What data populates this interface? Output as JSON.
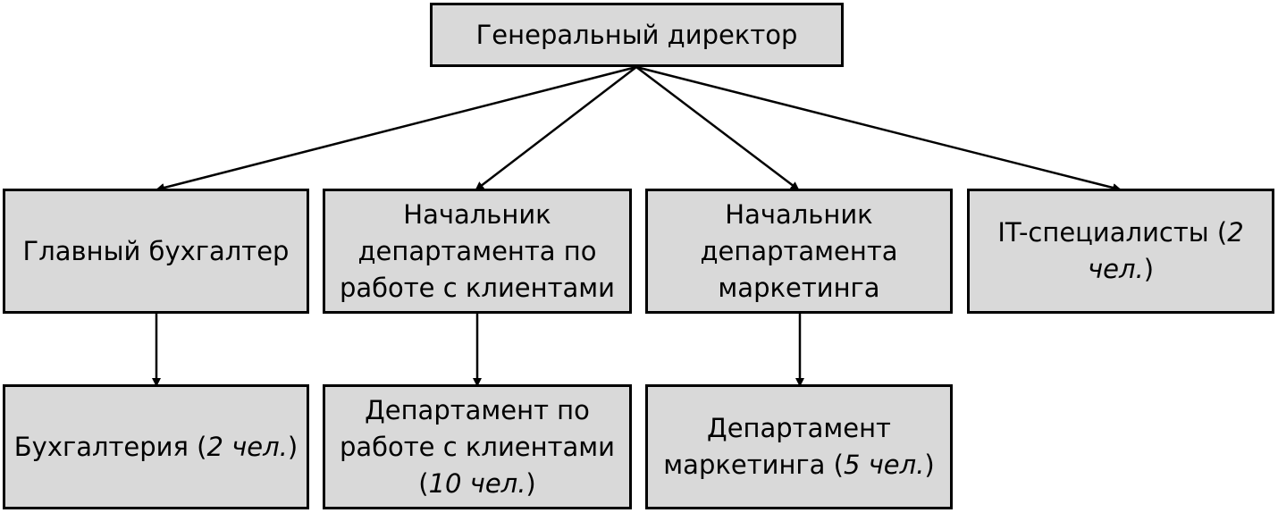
{
  "colors": {
    "node_fill": "#d9d9d9",
    "node_border": "#000000",
    "edge": "#000000"
  },
  "nodes": {
    "ceo": {
      "text": "Генеральный директор"
    },
    "chief_accountant": {
      "text": "Главный бухгалтер"
    },
    "client_head": {
      "line1": "Начальник",
      "line2": "департамента по",
      "line3": "работе с клиентами"
    },
    "marketing_head": {
      "line1": "Начальник",
      "line2": "департамента",
      "line3": "маркетинга"
    },
    "it": {
      "text": "IT-специалисты (",
      "count": "2",
      "unit": "чел.",
      "close": ")"
    },
    "accounting": {
      "text": "Бухгалтерия (",
      "count": "2 чел.",
      "close": ")"
    },
    "client_dept": {
      "line1": "Департамент по",
      "line2": "работе с клиентами",
      "line3_open": "(",
      "count": "10 чел.",
      "close": ")"
    },
    "marketing_dept": {
      "line1": "Департамент",
      "line2": "маркетинга (",
      "count": "5 чел.",
      "close": ")"
    }
  }
}
